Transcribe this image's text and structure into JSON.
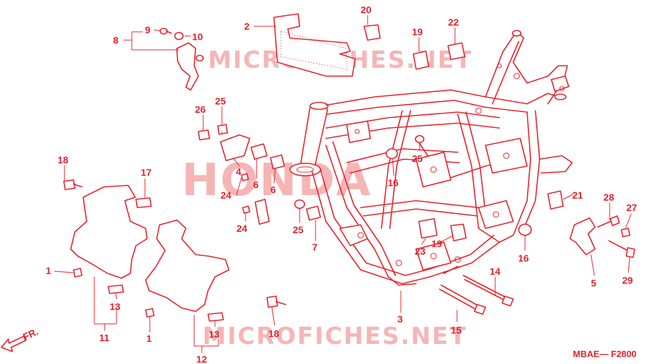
{
  "watermarks": {
    "top": "MICROFICHES.NET",
    "center": "HONDA",
    "bottom": "MICROFICHES.NET"
  },
  "callouts": [
    {
      "id": "c2",
      "text": "2"
    },
    {
      "id": "c20",
      "text": "20"
    },
    {
      "id": "c19a",
      "text": "19"
    },
    {
      "id": "c22",
      "text": "22"
    },
    {
      "id": "c9",
      "text": "9"
    },
    {
      "id": "c10",
      "text": "10"
    },
    {
      "id": "c8",
      "text": "8"
    },
    {
      "id": "c26",
      "text": "26"
    },
    {
      "id": "c25a",
      "text": "25"
    },
    {
      "id": "c25b",
      "text": "25"
    },
    {
      "id": "c18a",
      "text": "18"
    },
    {
      "id": "c17",
      "text": "17"
    },
    {
      "id": "c4",
      "text": "4"
    },
    {
      "id": "c6a",
      "text": "6"
    },
    {
      "id": "c6b",
      "text": "6"
    },
    {
      "id": "c24a",
      "text": "24"
    },
    {
      "id": "c24b",
      "text": "24"
    },
    {
      "id": "c16a",
      "text": "16"
    },
    {
      "id": "c21",
      "text": "21"
    },
    {
      "id": "c28",
      "text": "28"
    },
    {
      "id": "c27",
      "text": "27"
    },
    {
      "id": "c25c",
      "text": "25"
    },
    {
      "id": "c7",
      "text": "7"
    },
    {
      "id": "c23",
      "text": "23"
    },
    {
      "id": "c19b",
      "text": "19"
    },
    {
      "id": "c16b",
      "text": "16"
    },
    {
      "id": "c5",
      "text": "5"
    },
    {
      "id": "c29",
      "text": "29"
    },
    {
      "id": "c14",
      "text": "14"
    },
    {
      "id": "c1a",
      "text": "1"
    },
    {
      "id": "c13a",
      "text": "13"
    },
    {
      "id": "c11",
      "text": "11"
    },
    {
      "id": "c1b",
      "text": "1"
    },
    {
      "id": "c13b",
      "text": "13"
    },
    {
      "id": "c12",
      "text": "12"
    },
    {
      "id": "c18b",
      "text": "18"
    },
    {
      "id": "c3",
      "text": "3"
    },
    {
      "id": "c15",
      "text": "15"
    }
  ],
  "direction_label": "FR.",
  "diagram_code": "MBAE— F2800",
  "colors": {
    "line": "#e8202a",
    "watermark": "#f6b5b5",
    "background": "#ffffff"
  }
}
